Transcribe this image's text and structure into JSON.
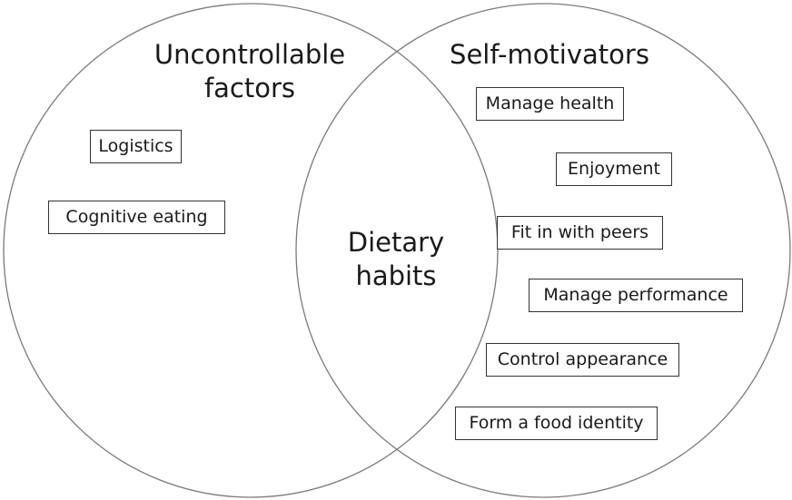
{
  "venn": {
    "left_circle": {
      "title_line1": "Uncontrollable",
      "title_line2": "factors",
      "items": [
        "Logistics",
        "Cognitive eating"
      ]
    },
    "right_circle": {
      "title": "Self-motivators",
      "items": [
        "Manage health",
        "Enjoyment",
        "Fit in with peers",
        "Manage performance",
        "Control appearance",
        "Form a food identity"
      ]
    },
    "overlap": {
      "title_line1": "Dietary",
      "title_line2": "habits"
    },
    "colors": {
      "outline": "#7a7a7a",
      "box_border": "#333333",
      "text": "#1a1a1a",
      "background": "#ffffff"
    }
  }
}
